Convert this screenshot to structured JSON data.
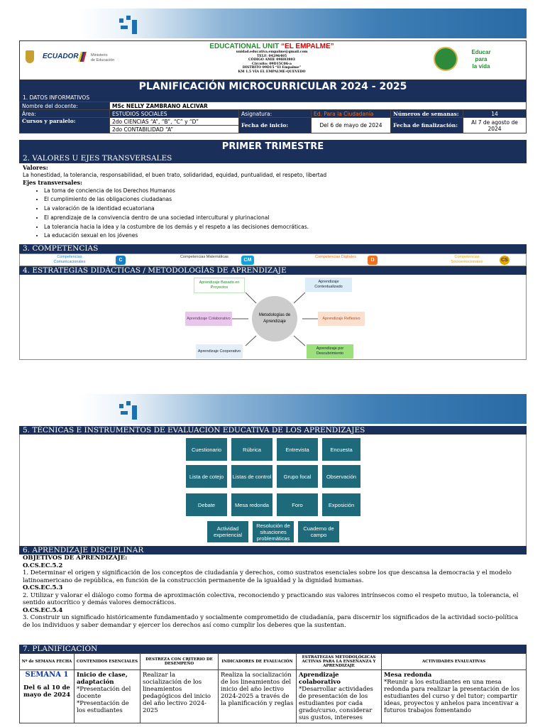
{
  "header": {
    "institution": "EDUCATIONAL UNIT",
    "institution_name": "“EL EMPALME”",
    "contact_lines": [
      "unidad.educativa.empalme@gmail.com",
      "TELF: 04296405",
      "CÓDIGO AMIE 09H03803",
      "Circuito: 09D15C06-a",
      "DISTRITO 09D15 “El Empalme”",
      "KM 1.5 VÍA EL EMPALME-QUEVEDO"
    ],
    "country_word": "ECUADOR",
    "ministry": [
      "Ministerio",
      "de Educación"
    ],
    "motto": [
      "Educar",
      "para",
      "la vida"
    ]
  },
  "title": "PLANIFICACIÓN  MICROCURRICULAR  2024 - 2025",
  "datos": {
    "section": "1. DATOS INFORMATIVOS",
    "docente_label": "Nombre del docente:",
    "docente": "MSc NELLY ZAMBRANO ALCIVAR",
    "area_label": "Área:",
    "area": "ESTUDIOS SOCIALES",
    "asignatura_label": "Asignatura:",
    "asignatura": "Ed. Para la Ciudadanía",
    "semanas_label": "Números de semanas:",
    "semanas": "14",
    "cursos_label": "Cursos y paralelo:",
    "curso1": "2do CIENCIAS “A”, “B”, “C” y “D”",
    "curso2": "2do CONTABILIDAD “A”",
    "inicio_label": "Fecha de inicio:",
    "inicio": "Del 6 de mayo de 2024",
    "fin_label": "Fecha de finalización:",
    "fin": "Al 7 de agosto de 2024"
  },
  "trimestre": "PRIMER TRIMESTRE",
  "valores": {
    "section": "2. VALORES U EJES TRANSVERSALES",
    "valores_label": "Valores:",
    "valores_text": "La honestidad, la tolerancia, responsabilidad, el buen trato, solidaridad, equidad, puntualidad, el respeto, libertad",
    "ejes_label": "Ejes transversales:",
    "ejes": [
      "La toma de conciencia de los Derechos Humanos",
      "El cumplimiento de las obligaciones ciudadanas",
      "La valoración de la identidad ecuatoriana",
      "El aprendizaje de la convivencia dentro de una sociedad intercultural y plurinacional",
      "La tolerancia hacia la idea y la costumbre de los demás y el respeto a las decisiones democráticas.",
      "La educación sexual en los jóvenes"
    ]
  },
  "competencias": {
    "section": "3. COMPETENCIAS",
    "items": [
      {
        "label": "Competencias Comunicacionales",
        "icon": "C",
        "color": "#1a7fc4"
      },
      {
        "label": "Competencias Matemáticas",
        "icon": "CM",
        "color": "#1aa0d8"
      },
      {
        "label": "Competencias Digitales",
        "icon": "D",
        "color": "#f07020"
      },
      {
        "label": "Competencias Socioemocionales",
        "icon": "CS",
        "color": "#e0a800"
      }
    ]
  },
  "estrategias": {
    "section": "4. ESTRATEGIAS DIDÁCTICAS / METODOLOGÍAS DE APRENDIZAJE",
    "center": "Metodologías de Aprendizaje",
    "items": [
      "Aprendizaje Basado en Proyectos",
      "Aprendizaje Contextualizado",
      "Aprendizaje Colaborativo",
      "Aprendizaje Reflexivo",
      "Aprendizaje Cooperativo",
      "Aprendizaje por Descubrimiento"
    ]
  },
  "evaluacion": {
    "section": "5. TÉCNICAS E INSTRUMENTOS DE EVALUACIÓN EDUCATIVA DE LOS APRENDIZAJES",
    "items": [
      "Cuestionario",
      "Rúbrica",
      "Entrevista",
      "Encuesta",
      "Lista de cotejo",
      "Listas de control",
      "Grupo focal",
      "Observación",
      "Debate",
      "Mesa redonda",
      "Foro",
      "Exposición",
      "Actividad experiencial",
      "Resolución de situaciones problemáticas",
      "Cuaderno de campo"
    ]
  },
  "aprendizaje": {
    "section": "6. APRENDIZAJE DISCIPLINAR",
    "objetivos_label": "OBJETIVOS DE APRENDIZAJE:",
    "objetivos": [
      {
        "code": "O.CS.EC.5.2",
        "text": "1. Determinar el origen y significación de los conceptos de ciudadanía y derechos, como sustratos esenciales sobre los que descansa la democracia y el modelo latinoamericano de república, en función de la construcción permanente de la igualdad y la dignidad humanas."
      },
      {
        "code": "O.CS.EC.5.3",
        "text": "2. Utilizar y valorar el diálogo como forma de aproximación colectiva, reconociendo y practicando sus valores intrínsecos como el respeto mutuo, la tolerancia, el sentido autocrítico y demás valores democráticos."
      },
      {
        "code": "O.CS.EC.5.4",
        "text": "3. Construir un significado históricamente fundamentado y socialmente comprometido de ciudadanía, para discernir los significados de la actividad socio-política de los individuos y saber demandar y ejercer los derechos así como cumplir los deberes que la sustentan."
      }
    ]
  },
  "planificacion": {
    "section": "7. PLANIFICACIÓN",
    "headers": [
      "Nº de SEMANA FECHA",
      "CONTENIDOS ESENCIALES",
      "DESTREZA CON CRITERIO DE DESEMPEÑO",
      "INDICADORES DE EVALUACIÓN",
      "ESTRATEGIAS METODOLÓGICAS ACTIVAS PARA LA ENSEÑANZA Y APRENDIZAJE",
      "ACTIVIDADES EVALUATIVAS"
    ],
    "row": {
      "semana": "SEMANA 1",
      "fecha": "Del 6 al 10 de mayo de 2024",
      "contenidos_title": "Inicio de clase, adaptación",
      "contenidos": "*Presentación del docente *Presentación de los estudiantes",
      "destreza": "Realizar la socialización de los lineamientos pedagógicos del inicio del año lectivo 2024-2025",
      "indicadores": "Realiza la socialización de los lineamientos del inicio del año lectivo 2024-2025 a través de la planificación y reglas",
      "estrategias_title": "Aprendizaje colaborativo",
      "estrategias": "*Desarrollar actividades de presentación de los estudiantes por cada grado/curso, considerar sus gustos, intereses",
      "actividades_title": "Mesa redonda",
      "actividades": "*Reunir a los estudiantes en una mesa redonda para realizar la presentación de los estudiantes del curso y del tutor; compartir ideas, proyectos y anhelos para incentivar a futuros trabajos fomentando"
    }
  }
}
